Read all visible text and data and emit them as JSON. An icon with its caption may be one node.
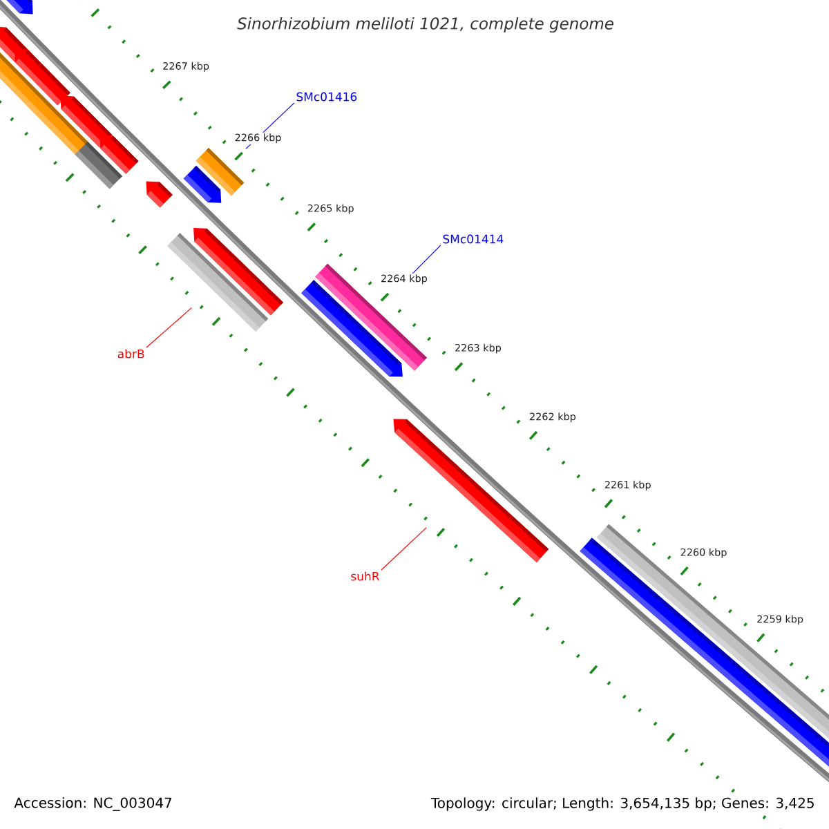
{
  "diagram": {
    "title": "Sinorhizobium meliloti 1021, complete genome",
    "nodes": [
      {
        "text": [
          "SMc01416"
        ]
      },
      {
        "text": [],
        "shape": "bar"
      },
      {
        "text": [
          "SMc01414"
        ]
      },
      {
        "text": [],
        "shape": "bar"
      },
      {
        "text": [
          "abrB"
        ]
      },
      {
        "text": [],
        "shape": "bar"
      },
      {
        "text": [
          "suhR"
        ]
      },
      {
        "text": [],
        "shape": "bar"
      }
    ],
    "edges": [
      {
        "from": 0,
        "to": 1,
        "arrow": "none",
        "color": "#0000ff"
      },
      {
        "from": 2,
        "to": 3,
        "arrow": "none",
        "color": "#0000ff"
      },
      {
        "from": 4,
        "to": 5,
        "arrow": "none",
        "color": "#ff0000"
      },
      {
        "from": 6,
        "to": 7,
        "arrow": "none",
        "color": "#ff0000"
      }
    ],
    "labels": [
      "2267 kbp",
      "2266 kbp",
      "2265 kbp",
      "2264 kbp",
      "2263 kbp",
      "2262 kbp",
      "2261 kbp",
      "2260 kbp",
      "2259 kbp",
      "Accession: NC_003047",
      "Topology: circular; Length: 3,654,135 bp; Genes: 3,425"
    ]
  }
}
